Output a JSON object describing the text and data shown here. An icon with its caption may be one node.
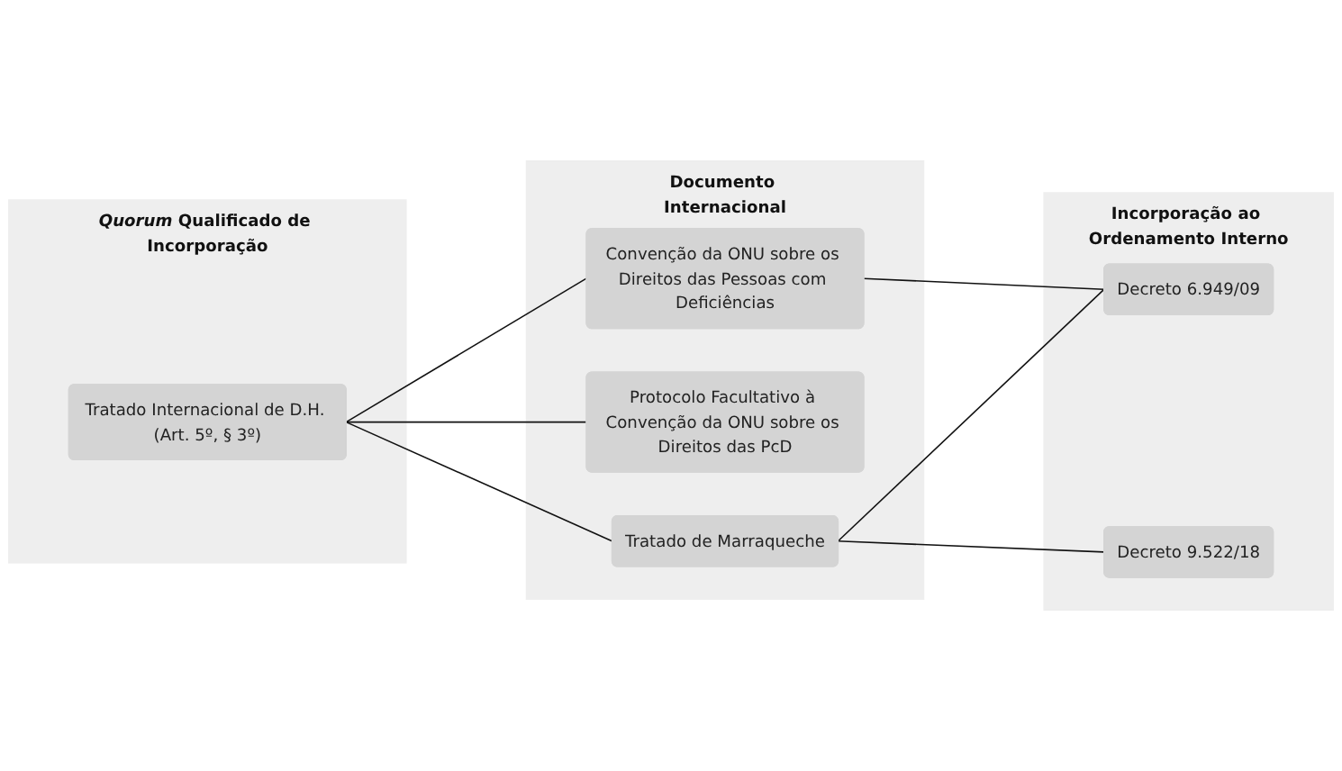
{
  "diagram": {
    "nodes": [
      {
        "text": [
          "*Quorum* Qualificado de Incorporação"
        ]
      },
      {
        "text": [
          "Tratado Internacional de D.H. (Art. 5º, § 3º)"
        ],
        "in": 0
      },
      {
        "text": [
          "Documento Internacional"
        ]
      },
      {
        "text": [
          "Convenção da ONU sobre os Direitos das Pessoas com Deficiências"
        ],
        "in": 2
      },
      {
        "text": [
          "Protocolo Facultativo à Convenção da ONU sobre os Direitos das PcD"
        ],
        "in": 2
      },
      {
        "text": [
          "Tratado de Marraqueche"
        ],
        "in": 2
      },
      {
        "text": [
          "Incorporação ao Ordenamento Interno"
        ]
      },
      {
        "text": [
          "Decreto 6.949/09"
        ],
        "in": 6
      },
      {
        "text": [
          "Decreto 9.522/18"
        ],
        "in": 6
      }
    ],
    "edges": [
      {
        "from": 1,
        "to": 3,
        "arrow": "none"
      },
      {
        "from": 1,
        "to": 4,
        "arrow": "none"
      },
      {
        "from": 1,
        "to": 5,
        "arrow": "none"
      },
      {
        "from": 3,
        "to": 7,
        "arrow": "none"
      },
      {
        "from": 5,
        "to": 7,
        "arrow": "none"
      },
      {
        "from": 5,
        "to": 8,
        "arrow": "none"
      }
    ]
  }
}
